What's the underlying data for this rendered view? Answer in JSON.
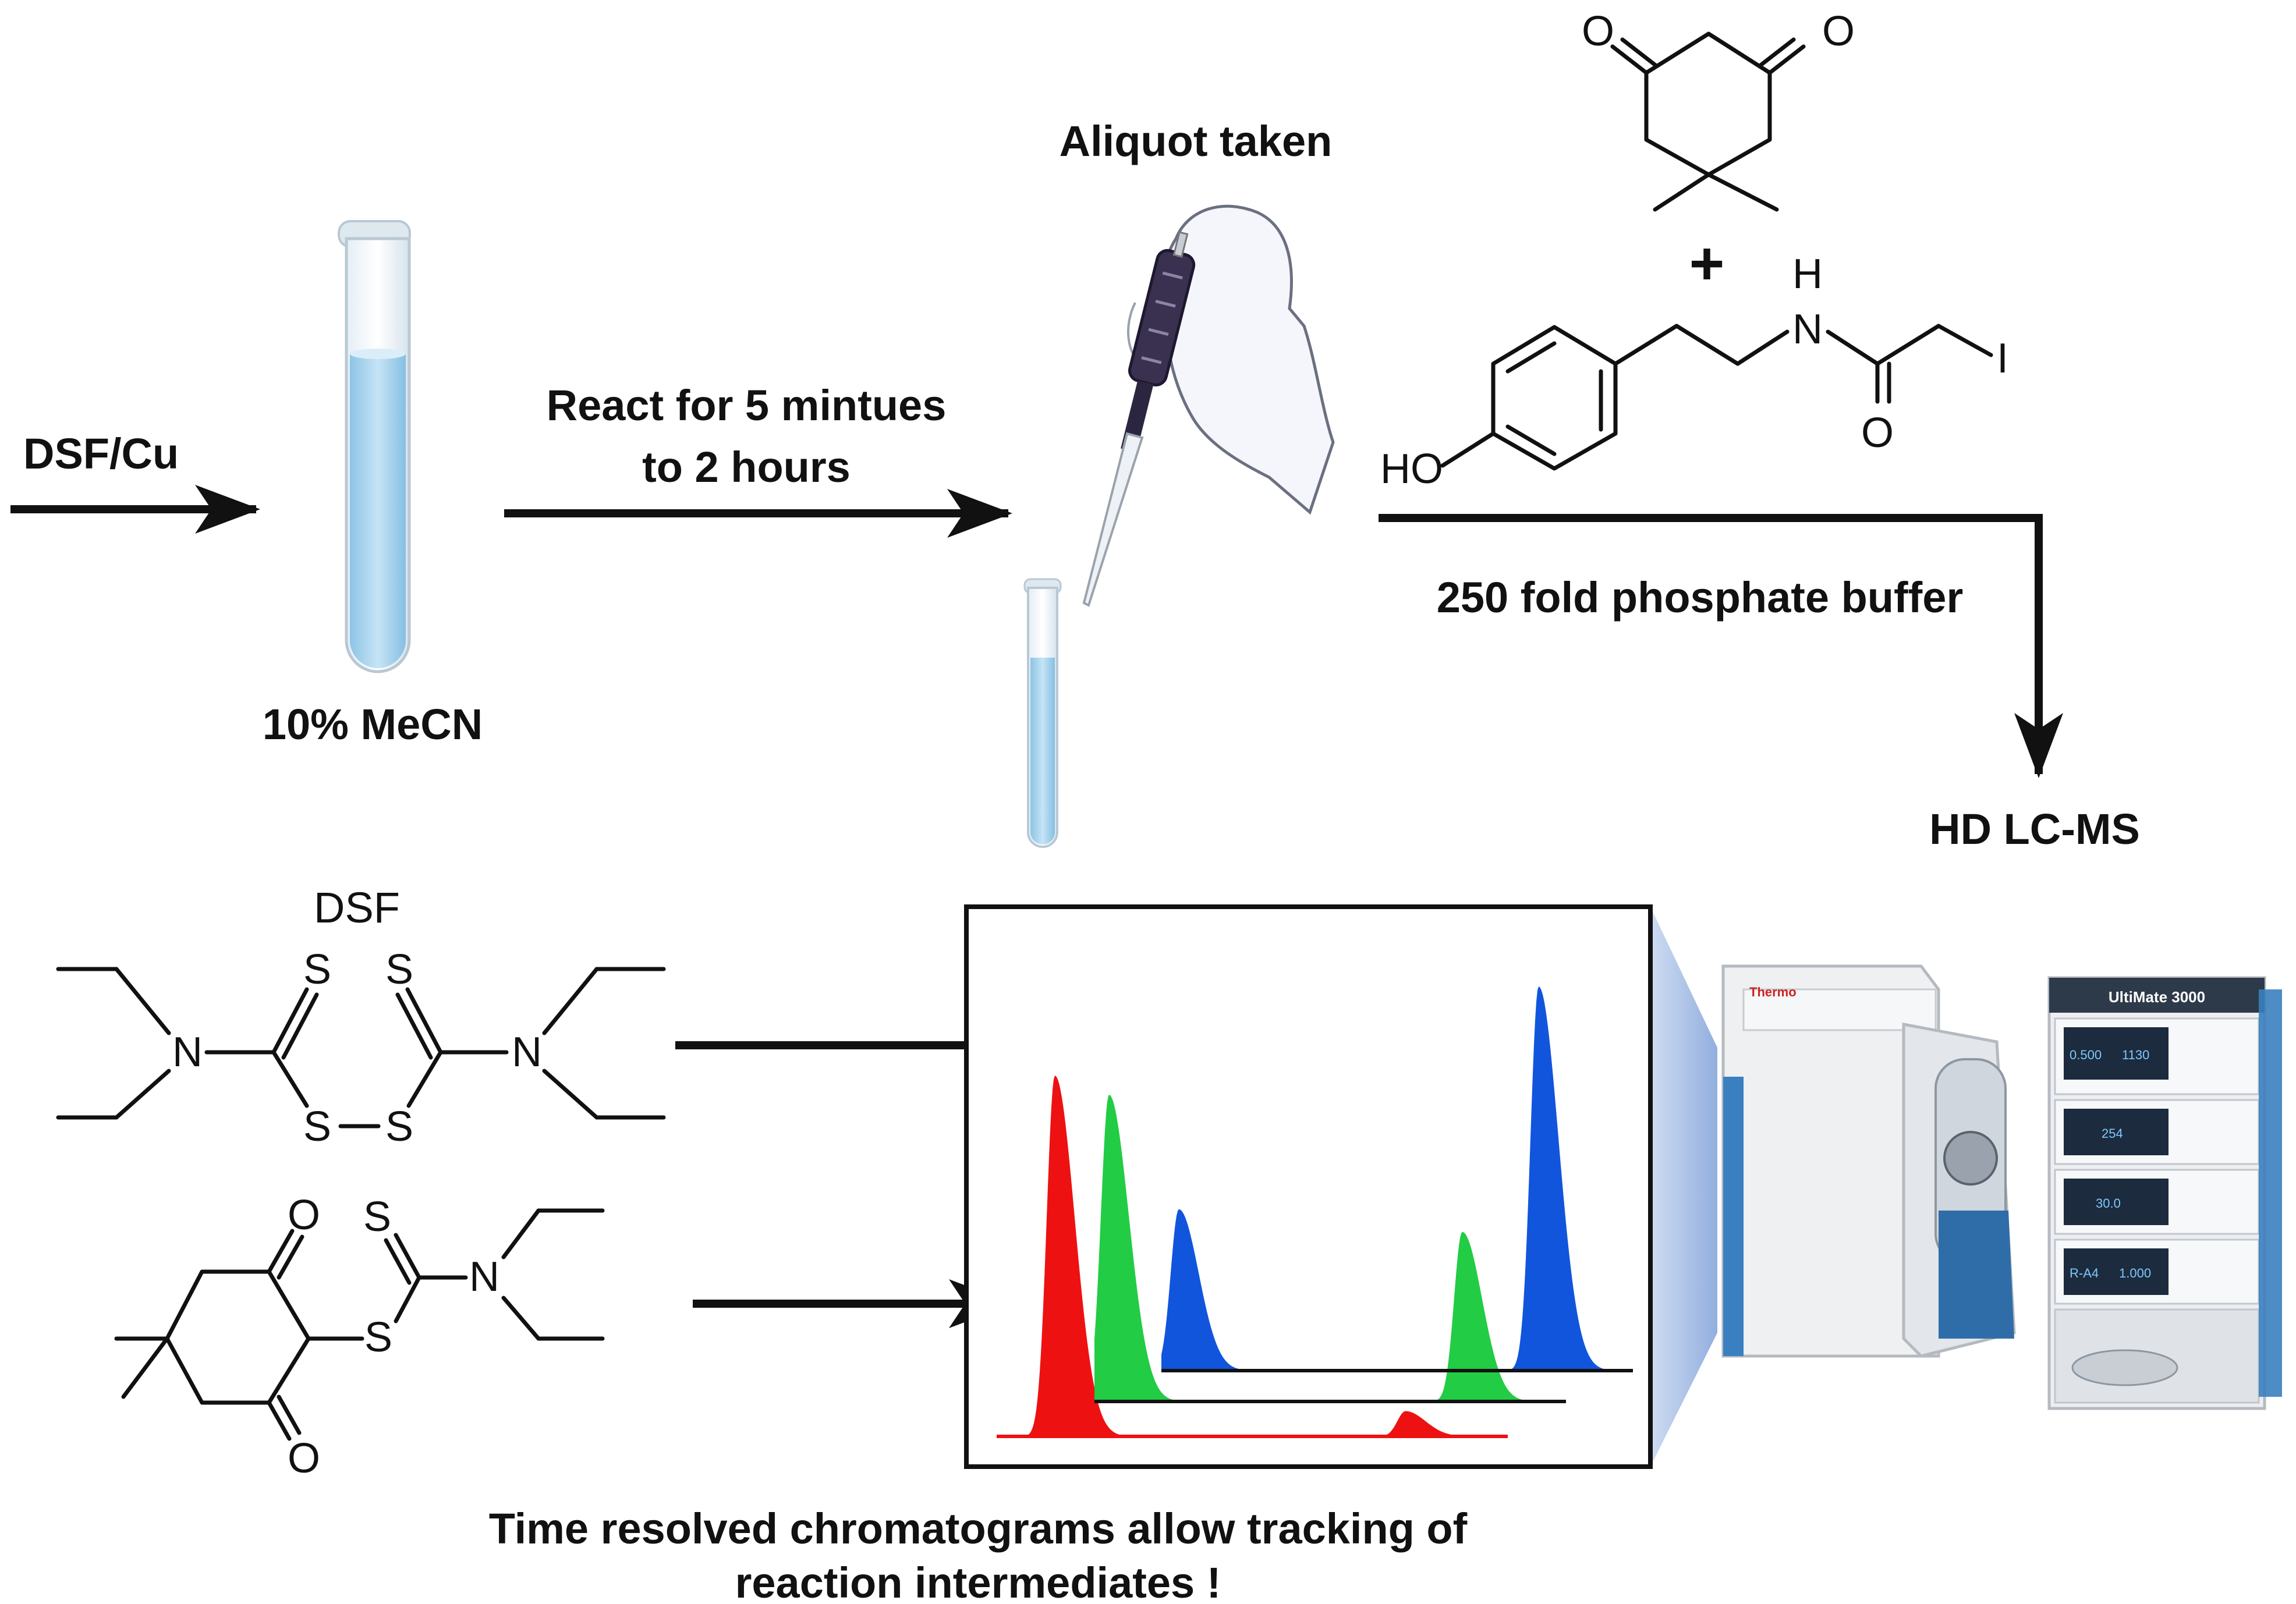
{
  "labels": {
    "reagent": "DSF/Cu",
    "solvent": "10% MeCN",
    "reaction_time_line1": "React for 5 mintues",
    "reaction_time_line2": "to 2 hours",
    "aliquot": "Aliquot taken",
    "buffer": "250 fold phosphate buffer",
    "instrument": "HD LC-MS",
    "caption_line1": "Time resolved chromatograms allow tracking of",
    "caption_line2": "reaction intermediates !"
  },
  "molecules": {
    "dsf_name": "DSF",
    "atoms": {
      "oxygen": "O",
      "nitrogen": "N",
      "sulfur": "S",
      "hydrogen": "H",
      "iodine": "I",
      "hydroxyl": "HO"
    },
    "plus_sign": "+"
  },
  "instrument_display": {
    "brand": "Thermo",
    "model": "UltiMate 3000",
    "readout_1a": "0.500",
    "readout_1b": "1130",
    "readout_2": "254",
    "readout_3": "30.0",
    "readout_4a": "R-A4",
    "readout_4b": "1.000"
  },
  "colors": {
    "peak_red": "#ee1111",
    "peak_green": "#22cc44",
    "peak_blue": "#1155dd",
    "liquid": "#a8d4ee",
    "instrument_accent": "#3a7fbf",
    "funnel": "#8fb0e0"
  },
  "chart_data": {
    "type": "line",
    "title": "",
    "xlabel": "",
    "ylabel": "",
    "series": [
      {
        "color": "#ee1111",
        "peaks": [
          {
            "x": 0.07,
            "height": 1.0
          },
          {
            "x": 0.8,
            "height": 0.07
          }
        ]
      },
      {
        "color": "#22cc44",
        "peaks": [
          {
            "x": 0.07,
            "height": 0.85
          },
          {
            "x": 0.78,
            "height": 0.47
          }
        ]
      },
      {
        "color": "#1155dd",
        "peaks": [
          {
            "x": 0.07,
            "height": 0.42
          },
          {
            "x": 0.8,
            "height": 1.0
          }
        ]
      }
    ]
  }
}
